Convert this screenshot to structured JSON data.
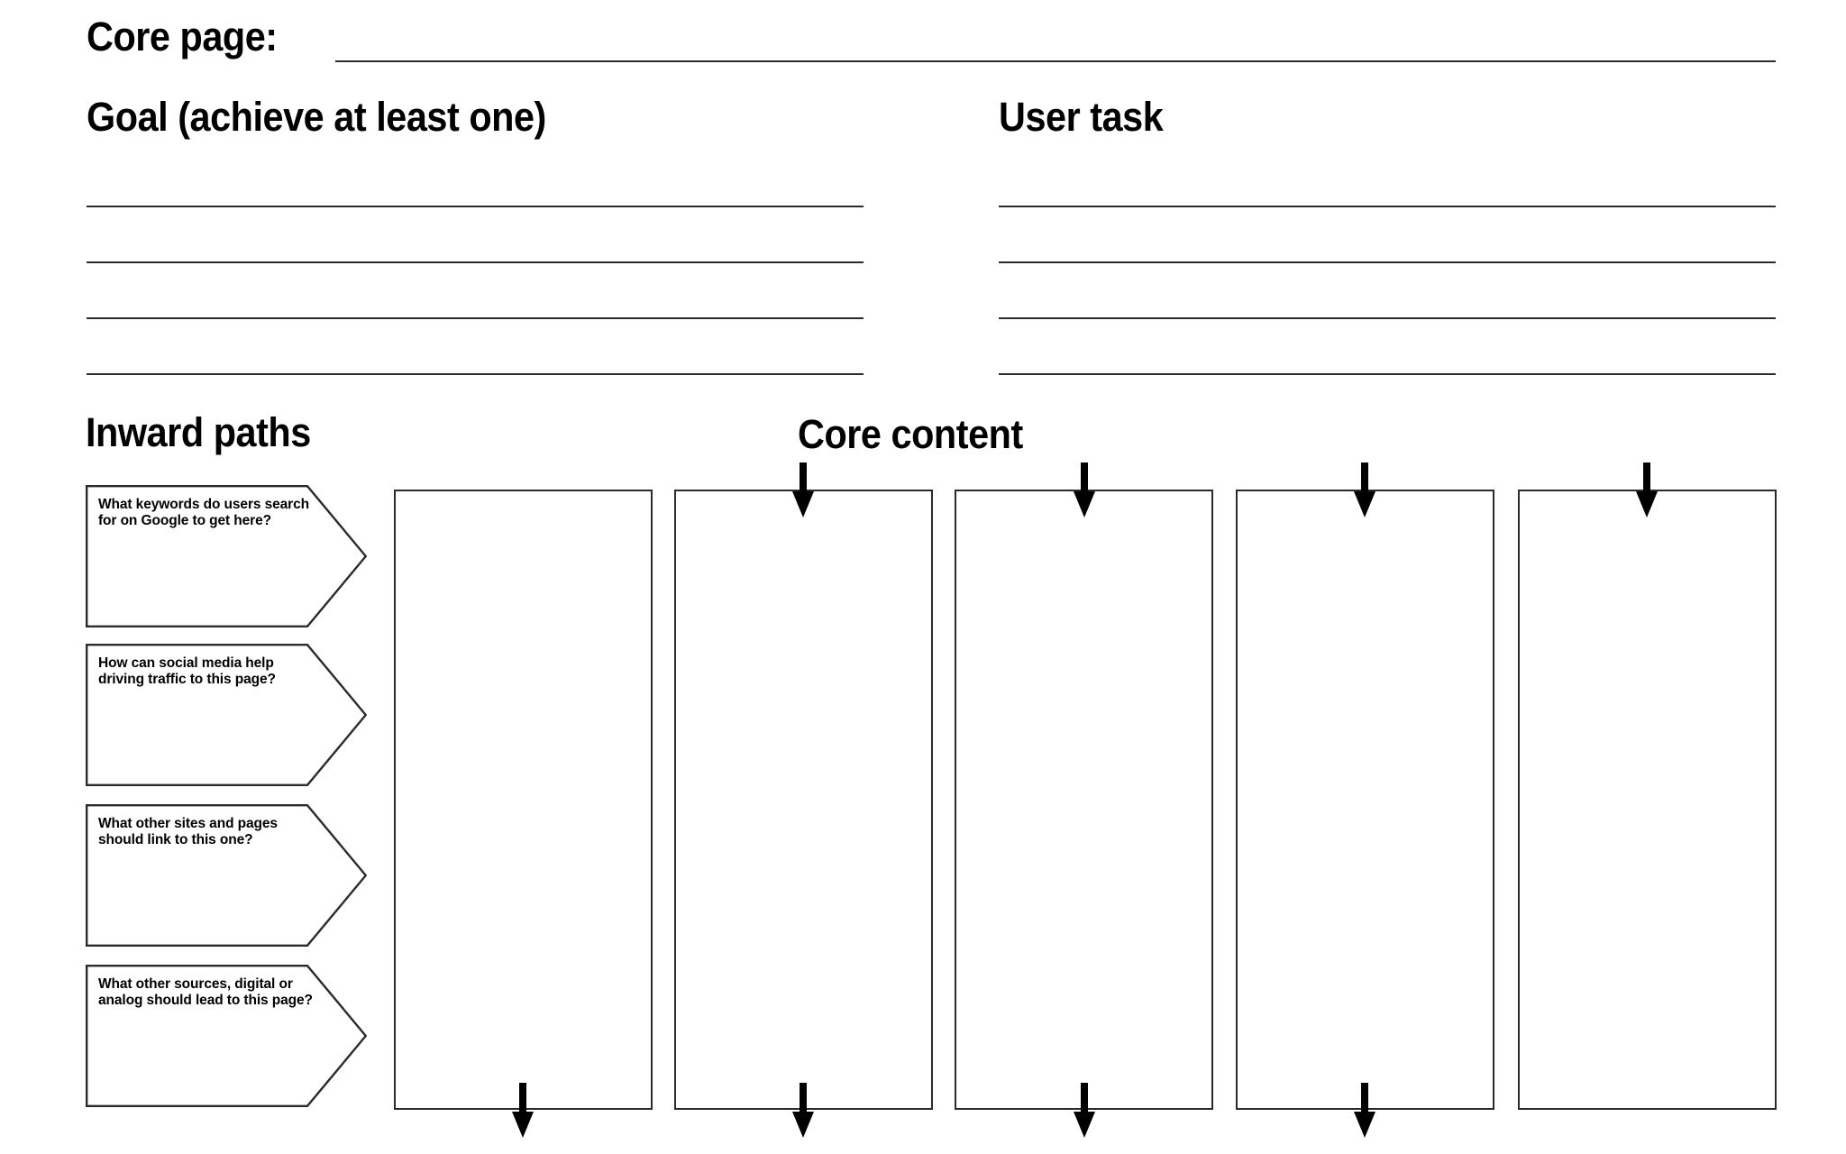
{
  "page": {
    "title_label": "Core page:",
    "background_color": "#ffffff",
    "ink_color": "#000000",
    "rule_color": "#2b2b2b"
  },
  "top_section": {
    "goal": {
      "heading": "Goal (achieve at least one)",
      "rule_line_count": 4,
      "values": [
        "",
        "",
        "",
        ""
      ]
    },
    "user_task": {
      "heading": "User task",
      "rule_line_count": 4,
      "values": [
        "",
        "",
        "",
        ""
      ]
    }
  },
  "inward_paths": {
    "heading": "Inward paths",
    "callouts": [
      {
        "question": "What keywords do users search for on Google to get here?",
        "answer": ""
      },
      {
        "question": "How can social media help driving traffic to this page?",
        "answer": ""
      },
      {
        "question": "What other sites and pages should link to this one?",
        "answer": ""
      },
      {
        "question": "What other sources, digital or analog should lead to this page?",
        "answer": ""
      }
    ]
  },
  "core_content": {
    "heading": "Core content",
    "columns": [
      {
        "index": 1,
        "value": "",
        "arrow_top": false,
        "arrow_bottom": true
      },
      {
        "index": 2,
        "value": "",
        "arrow_top": true,
        "arrow_bottom": true
      },
      {
        "index": 3,
        "value": "",
        "arrow_top": true,
        "arrow_bottom": true
      },
      {
        "index": 4,
        "value": "",
        "arrow_top": true,
        "arrow_bottom": true
      },
      {
        "index": 5,
        "value": "",
        "arrow_top": true,
        "arrow_bottom": false
      }
    ],
    "arrow_icon": "arrow-down-icon"
  }
}
